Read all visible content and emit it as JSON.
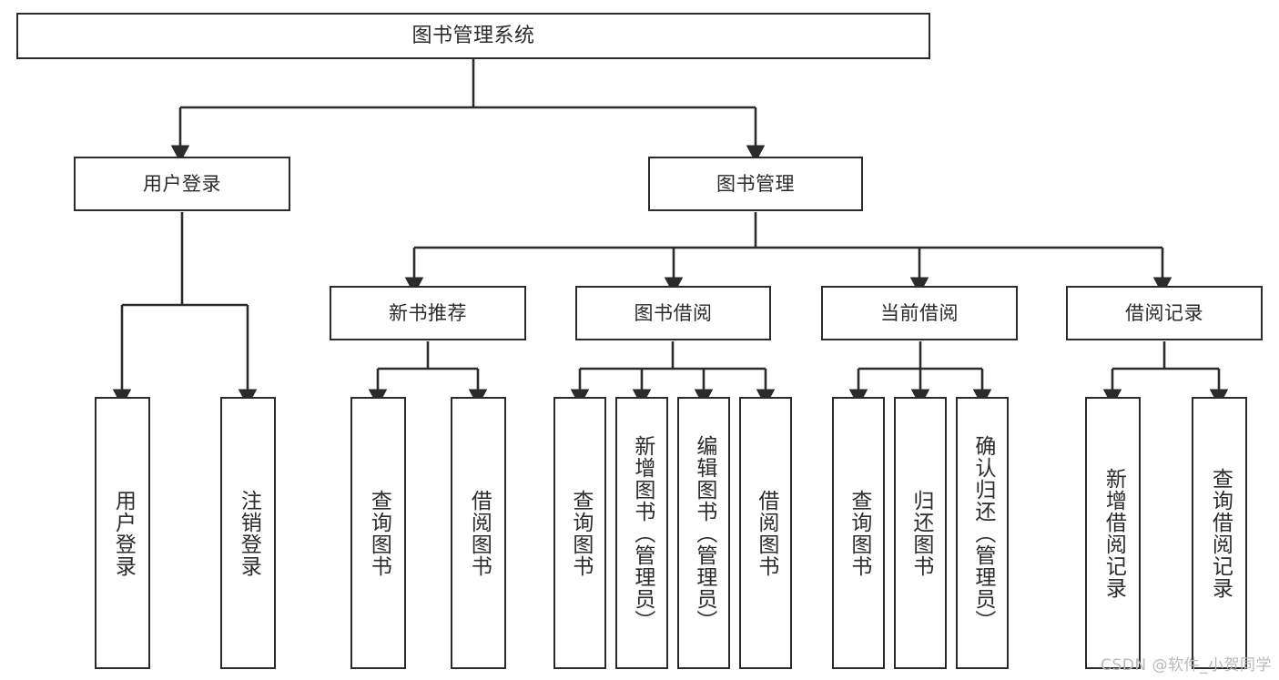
{
  "diagram": {
    "title": "图书管理系统",
    "stroke_color": "#2b2b2b",
    "background_color": "#ffffff",
    "root": {
      "id": "root",
      "label": "图书管理系统"
    },
    "level2": [
      {
        "id": "user-login",
        "label": "用户登录"
      },
      {
        "id": "book-management",
        "label": "图书管理"
      }
    ],
    "level3": [
      {
        "id": "new-book-recommend",
        "label": "新书推荐",
        "parent": "book-management"
      },
      {
        "id": "book-borrow",
        "label": "图书借阅",
        "parent": "book-management"
      },
      {
        "id": "current-borrow",
        "label": "当前借阅",
        "parent": "book-management"
      },
      {
        "id": "borrow-record",
        "label": "借阅记录",
        "parent": "book-management"
      }
    ],
    "leaves": [
      {
        "id": "leaf-user-login",
        "label": "用户登录",
        "parent": "user-login"
      },
      {
        "id": "leaf-logout-login",
        "label": "注销登录",
        "parent": "user-login"
      },
      {
        "id": "leaf-query-book-1",
        "label": "查询图书",
        "parent": "new-book-recommend"
      },
      {
        "id": "leaf-borrow-book-1",
        "label": "借阅图书",
        "parent": "new-book-recommend"
      },
      {
        "id": "leaf-query-book-2",
        "label": "查询图书",
        "parent": "book-borrow"
      },
      {
        "id": "leaf-add-book",
        "label": "新增图书（管理员）",
        "parent": "book-borrow"
      },
      {
        "id": "leaf-edit-book",
        "label": "编辑图书（管理员）",
        "parent": "book-borrow"
      },
      {
        "id": "leaf-borrow-book-2",
        "label": "借阅图书",
        "parent": "book-borrow"
      },
      {
        "id": "leaf-query-book-3",
        "label": "查询图书",
        "parent": "current-borrow"
      },
      {
        "id": "leaf-return-book",
        "label": "归还图书",
        "parent": "current-borrow"
      },
      {
        "id": "leaf-confirm-return",
        "label": "确认归还（管理员）",
        "parent": "current-borrow"
      },
      {
        "id": "leaf-add-record",
        "label": "新增借阅记录",
        "parent": "borrow-record"
      },
      {
        "id": "leaf-query-record",
        "label": "查询借阅记录",
        "parent": "borrow-record"
      }
    ]
  },
  "watermark": {
    "text": "CSDN @软件_小贺同学"
  }
}
